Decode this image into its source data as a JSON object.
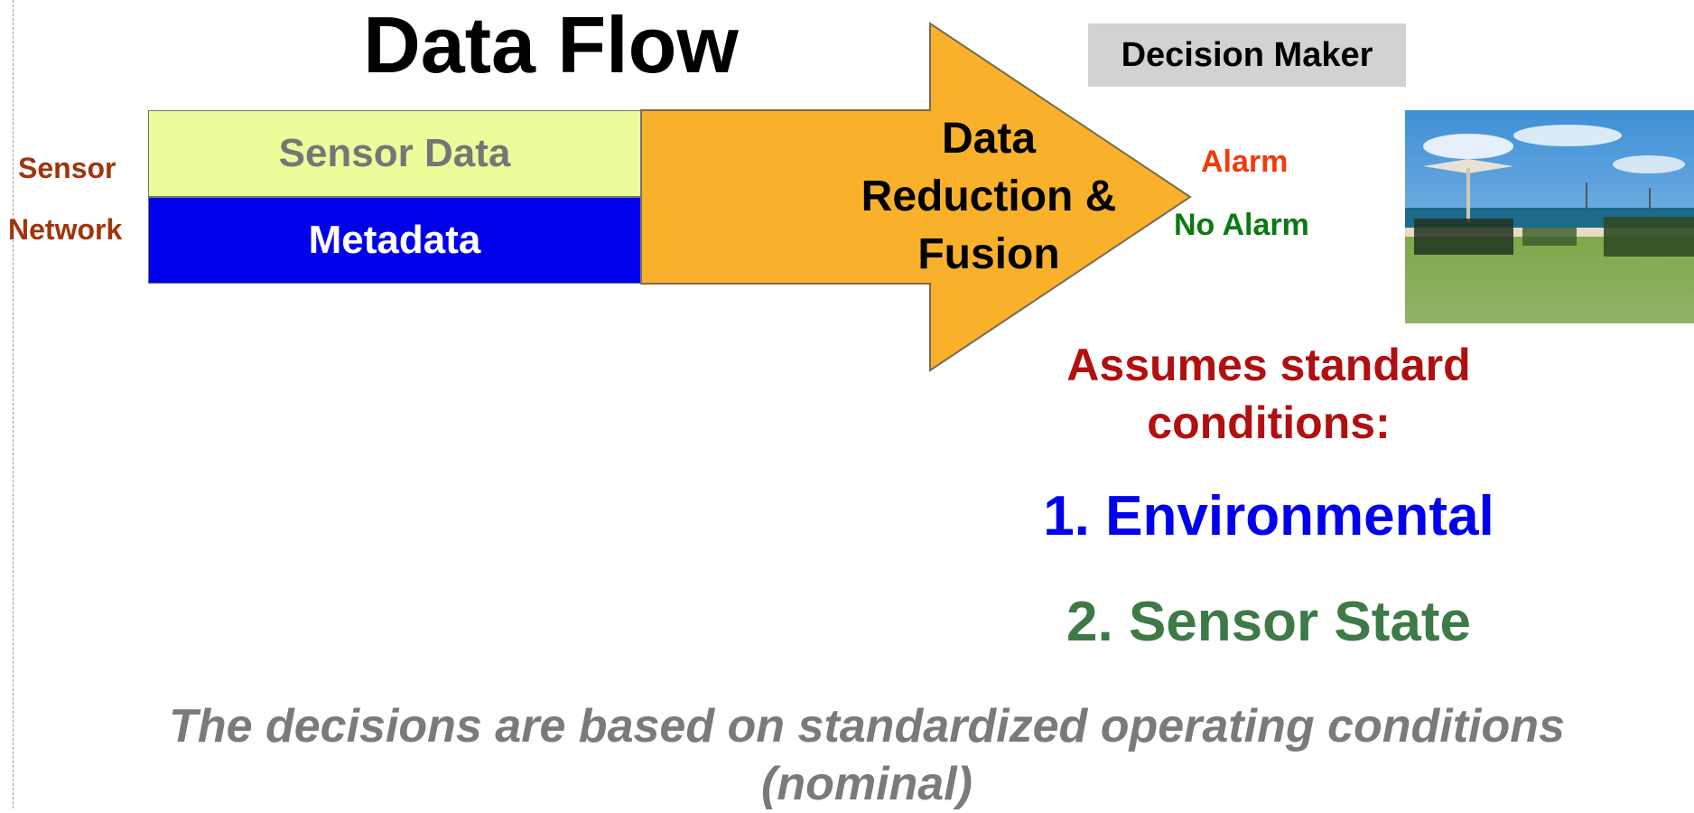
{
  "title": "Data Flow",
  "sensor_network": {
    "line1": "Sensor",
    "line2": "Network"
  },
  "bars": {
    "sensor_data": "Sensor Data",
    "metadata": "Metadata"
  },
  "arrow": {
    "line1": "Data",
    "line2": "Reduction &",
    "line3": "Fusion"
  },
  "decision_maker": "Decision Maker",
  "outputs": {
    "alarm": "Alarm",
    "no_alarm": "No Alarm"
  },
  "assumptions": {
    "heading_line1": "Assumes standard",
    "heading_line2": "conditions:",
    "item1": "1. Environmental",
    "item2": "2. Sensor State"
  },
  "footnote": {
    "line1": "The decisions are based on standardized operating conditions",
    "line2": "(nominal)"
  },
  "colors": {
    "arrow_fill": "#f9b12c",
    "sensor_data_fill": "#edfb9b",
    "metadata_fill": "#0000ee",
    "alarm": "#f43a0a",
    "no_alarm": "#0c7a14",
    "assumes": "#b01010",
    "environmental": "#0000ee",
    "sensor_state": "#3d7a46"
  }
}
